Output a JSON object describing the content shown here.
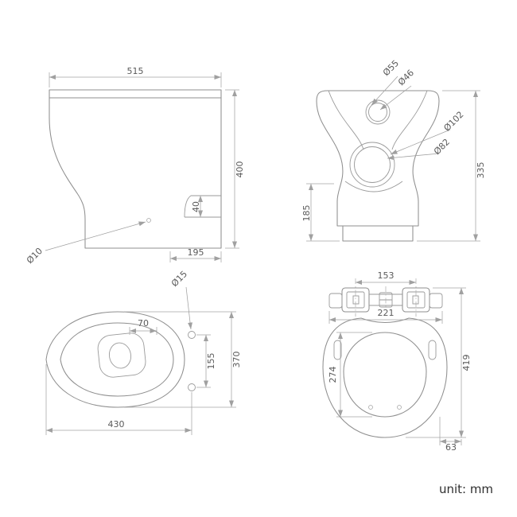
{
  "unit_label": "unit: mm",
  "colors": {
    "background": "#ffffff",
    "outline": "#8f8f8f",
    "dimension_lines": "#a0a0a0",
    "label_text": "#5a5a5a",
    "unit_text": "#2f2f2f"
  },
  "views": {
    "side": {
      "dims": {
        "overall_width": "515",
        "overall_height": "400",
        "outlet_size": "40",
        "outlet_setout": "195",
        "fixing_hole_dia": "Ø10"
      }
    },
    "front": {
      "dims": {
        "inlet_outer_dia": "Ø55",
        "inlet_inner_dia": "Ø46",
        "outlet_outer_dia": "Ø102",
        "outlet_inner_dia": "Ø82",
        "overall_height": "335",
        "base_height": "185"
      }
    },
    "plan": {
      "dims": {
        "water_spot_width": "70",
        "seat_hole_dia": "Ø15",
        "seat_hole_centres": "155",
        "overall_width": "370",
        "overall_depth": "430"
      }
    },
    "seat": {
      "dims": {
        "hinge_hole_centres": "153",
        "hinge_width": "221",
        "opening_length": "274",
        "overall_length": "419",
        "hinge_setback": "63"
      }
    }
  }
}
